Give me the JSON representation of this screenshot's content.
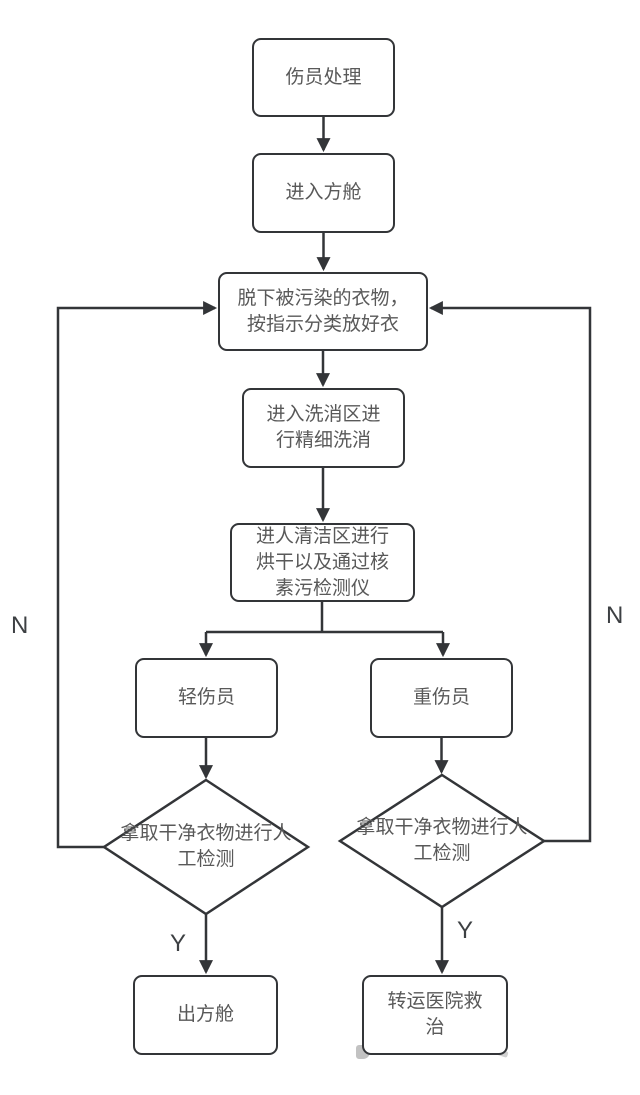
{
  "flowchart": {
    "colors": {
      "line": "#333538",
      "node_border": "#333538",
      "node_fill": "#ffffff",
      "text": "#595959"
    },
    "nodes": [
      {
        "id": "start",
        "type": "process",
        "text": "伤员处理"
      },
      {
        "id": "enter-cabin",
        "type": "process",
        "text": "进入方舱"
      },
      {
        "id": "remove-clothing",
        "type": "process",
        "text": "脱下被污染的衣物，\n按指示分类放好衣"
      },
      {
        "id": "wash-area",
        "type": "process",
        "text": "进入洗消区进\n行精细洗消"
      },
      {
        "id": "clean-area",
        "type": "process",
        "text": "进人清洁区进行\n烘干以及通过核\n素污检测仪"
      },
      {
        "id": "light-wounded",
        "type": "process",
        "text": "轻伤员"
      },
      {
        "id": "severe-wounded",
        "type": "process",
        "text": "重伤员"
      },
      {
        "id": "check-left",
        "type": "decision",
        "text": "拿取干净衣物进行人\n工检测"
      },
      {
        "id": "check-right",
        "type": "decision",
        "text": "拿取干净衣物进行人\n工检测"
      },
      {
        "id": "exit-cabin",
        "type": "process",
        "text": "出方舱"
      },
      {
        "id": "transfer-hospital",
        "type": "process",
        "text": "转运医院救\n治"
      }
    ],
    "edges": [
      {
        "from": "start",
        "to": "enter-cabin",
        "label": ""
      },
      {
        "from": "enter-cabin",
        "to": "remove-clothing",
        "label": ""
      },
      {
        "from": "remove-clothing",
        "to": "wash-area",
        "label": ""
      },
      {
        "from": "wash-area",
        "to": "clean-area",
        "label": ""
      },
      {
        "from": "clean-area",
        "to": "light-wounded",
        "label": ""
      },
      {
        "from": "clean-area",
        "to": "severe-wounded",
        "label": ""
      },
      {
        "from": "light-wounded",
        "to": "check-left",
        "label": ""
      },
      {
        "from": "severe-wounded",
        "to": "check-right",
        "label": ""
      },
      {
        "from": "check-left",
        "to": "exit-cabin",
        "label": "Y"
      },
      {
        "from": "check-left",
        "to": "remove-clothing",
        "label": "N"
      },
      {
        "from": "check-right",
        "to": "transfer-hospital",
        "label": "Y"
      },
      {
        "from": "check-right",
        "to": "remove-clothing",
        "label": "N"
      }
    ]
  }
}
